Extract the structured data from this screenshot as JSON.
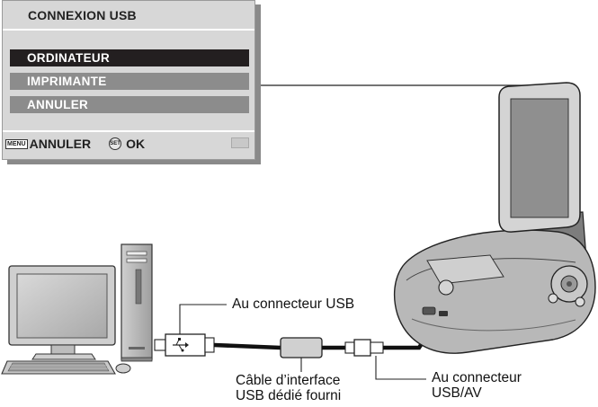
{
  "menu": {
    "title": "CONNEXION USB",
    "items": [
      {
        "label": "ORDINATEUR",
        "selected": true
      },
      {
        "label": "IMPRIMANTE",
        "selected": false
      },
      {
        "label": "ANNULER",
        "selected": false
      }
    ],
    "footer": {
      "menu_key": "MENU",
      "cancel_label": "ANNULER",
      "set_key": "SET",
      "ok_label": "OK"
    }
  },
  "labels": {
    "usb_connector": "Au connecteur USB",
    "cable_line1": "Câble d’interface",
    "cable_line2": "USB dédié fourni",
    "usbav_line1": "Au connecteur",
    "usbav_line2": "USB/AV"
  },
  "colors": {
    "menu_bg": "#d7d7d7",
    "menu_selected": "#231f20",
    "menu_item": "#8c8c8c",
    "device_gray": "#bdbdbd",
    "cable": "#111111"
  }
}
